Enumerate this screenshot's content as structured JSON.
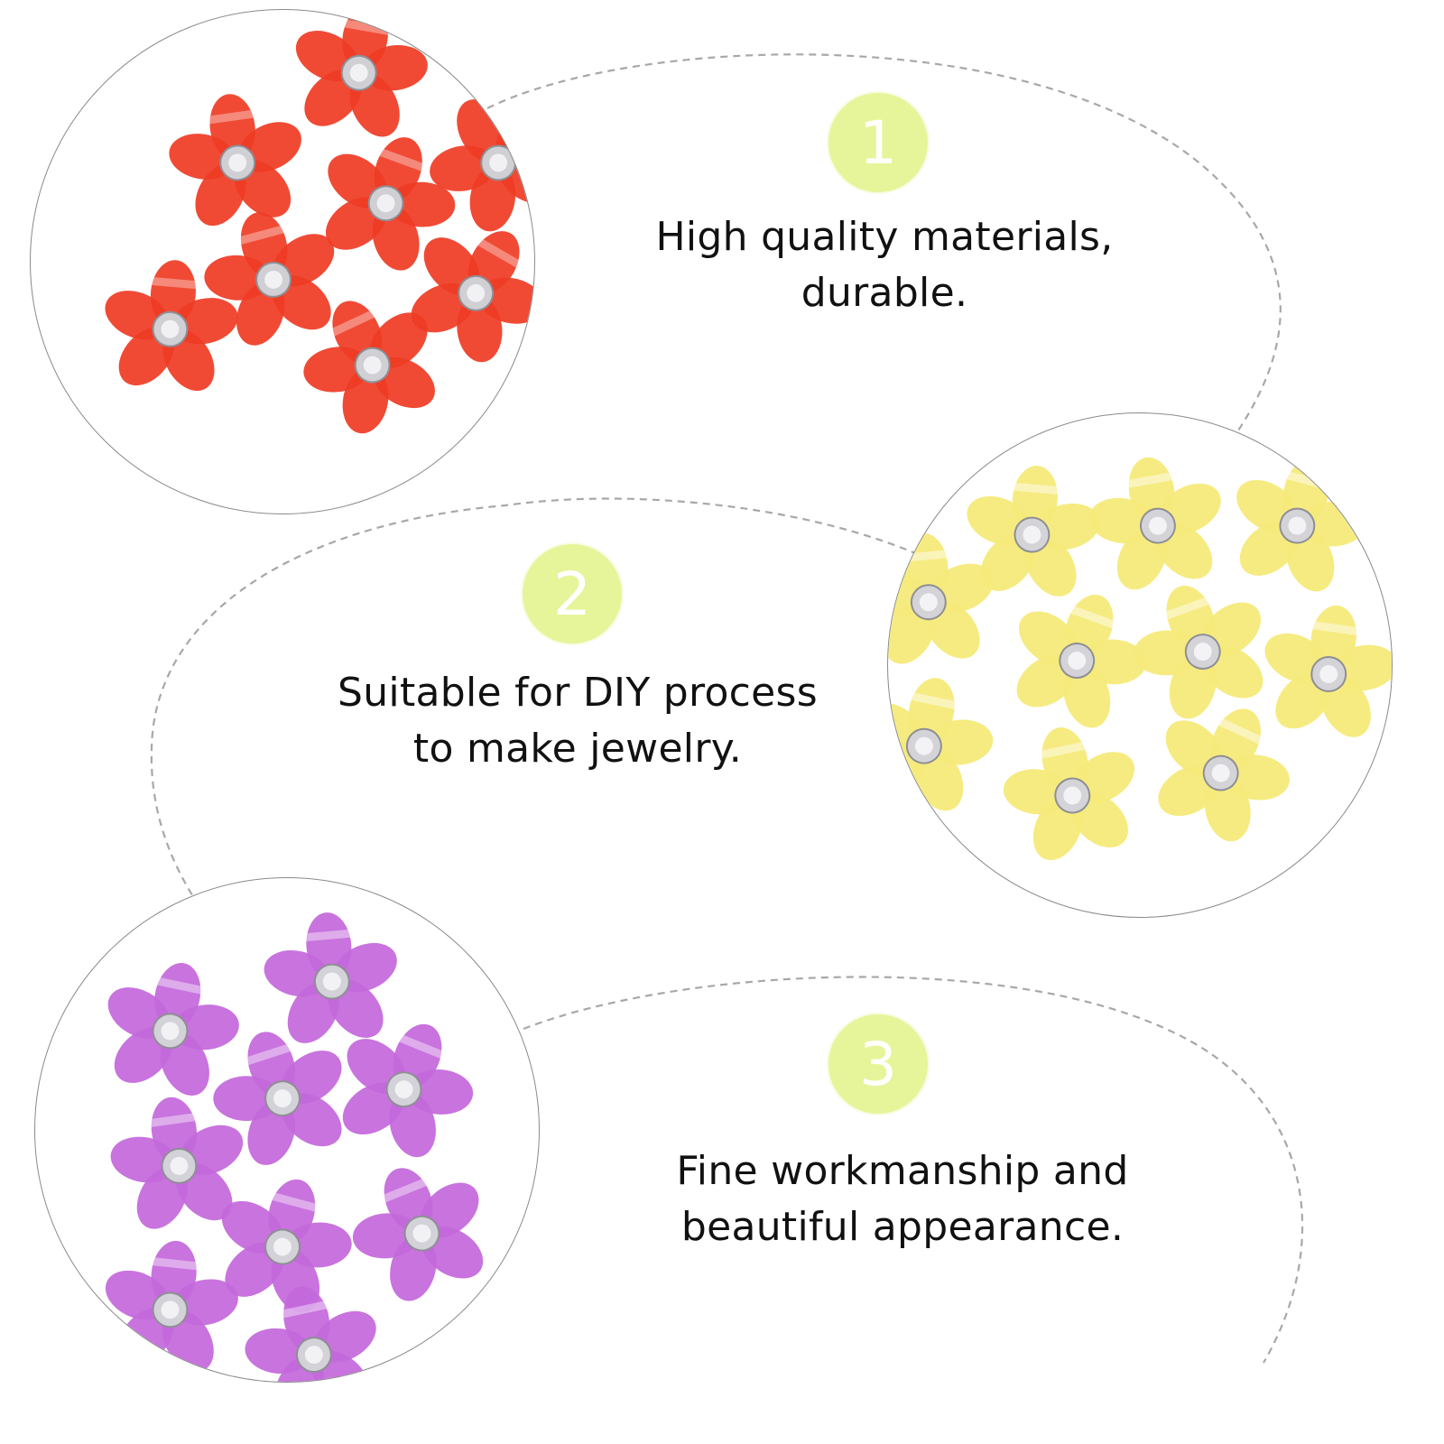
{
  "theme": {
    "badge_color": "#e6f59a",
    "dash_color": "#a8a8a8",
    "circle_border": "#8a8a8a"
  },
  "features": [
    {
      "number": "1",
      "lines": [
        "High quality materials,",
        "durable."
      ],
      "image": {
        "subject": "red rhinestone flower beads",
        "petal_color": "#ef3b24"
      }
    },
    {
      "number": "2",
      "lines": [
        "Suitable for DIY process",
        "to make jewelry."
      ],
      "image": {
        "subject": "yellow rhinestone flower beads",
        "petal_color": "#f6ea7a"
      }
    },
    {
      "number": "3",
      "lines": [
        "Fine workmanship and",
        "beautiful appearance."
      ],
      "image": {
        "subject": "purple rhinestone flower beads",
        "petal_color": "#c468dc"
      }
    }
  ]
}
